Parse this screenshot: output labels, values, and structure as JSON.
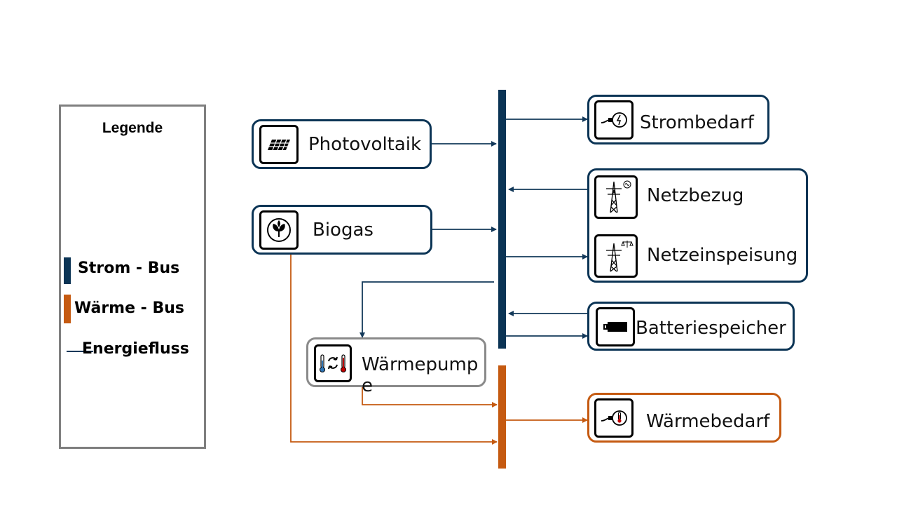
{
  "legend": {
    "title": "Legende",
    "items": [
      {
        "label": "Strom - Bus",
        "color": "#0b3455"
      },
      {
        "label": "Wärme - Bus",
        "color": "#c55a11"
      },
      {
        "label": "Energiefluss",
        "color": "#13395a"
      }
    ]
  },
  "colors": {
    "electric": "#0b3455",
    "heat": "#c55a11",
    "heatpump_border": "#8a8a8a"
  },
  "nodes": {
    "photovoltaik": {
      "label": "Photovoltaik",
      "icon": "solar-panel-icon"
    },
    "biogas": {
      "label": "Biogas",
      "icon": "biogas-plant-icon"
    },
    "waermepumpe": {
      "label": "Wärmepumpe",
      "icon": "heat-pump-icon"
    },
    "strombedarf": {
      "label": "Strombedarf",
      "icon": "power-plug-icon"
    },
    "netzbezug": {
      "label": "Netzbezug",
      "icon": "power-pylon-icon"
    },
    "netzeinspeisung": {
      "label": "Netzeinspeisung",
      "icon": "power-pylon-feed-in-icon"
    },
    "batteriespeicher": {
      "label": "Batteriespeicher",
      "icon": "battery-icon"
    },
    "waermebedarf": {
      "label": "Wärmebedarf",
      "icon": "thermometer-plug-icon"
    }
  },
  "flows": [
    {
      "from": "Photovoltaik",
      "to": "Strom - Bus"
    },
    {
      "from": "Biogas",
      "to": "Strom - Bus"
    },
    {
      "from": "Biogas",
      "to": "Wärme - Bus"
    },
    {
      "from": "Strom - Bus",
      "to": "Wärmepumpe"
    },
    {
      "from": "Wärmepumpe",
      "to": "Wärme - Bus"
    },
    {
      "from": "Strom - Bus",
      "to": "Strombedarf"
    },
    {
      "from": "Netzbezug",
      "to": "Strom - Bus"
    },
    {
      "from": "Strom - Bus",
      "to": "Netzeinspeisung"
    },
    {
      "from": "Batteriespeicher",
      "to": "Strom - Bus"
    },
    {
      "from": "Strom - Bus",
      "to": "Batteriespeicher"
    },
    {
      "from": "Wärme - Bus",
      "to": "Wärmebedarf"
    }
  ]
}
